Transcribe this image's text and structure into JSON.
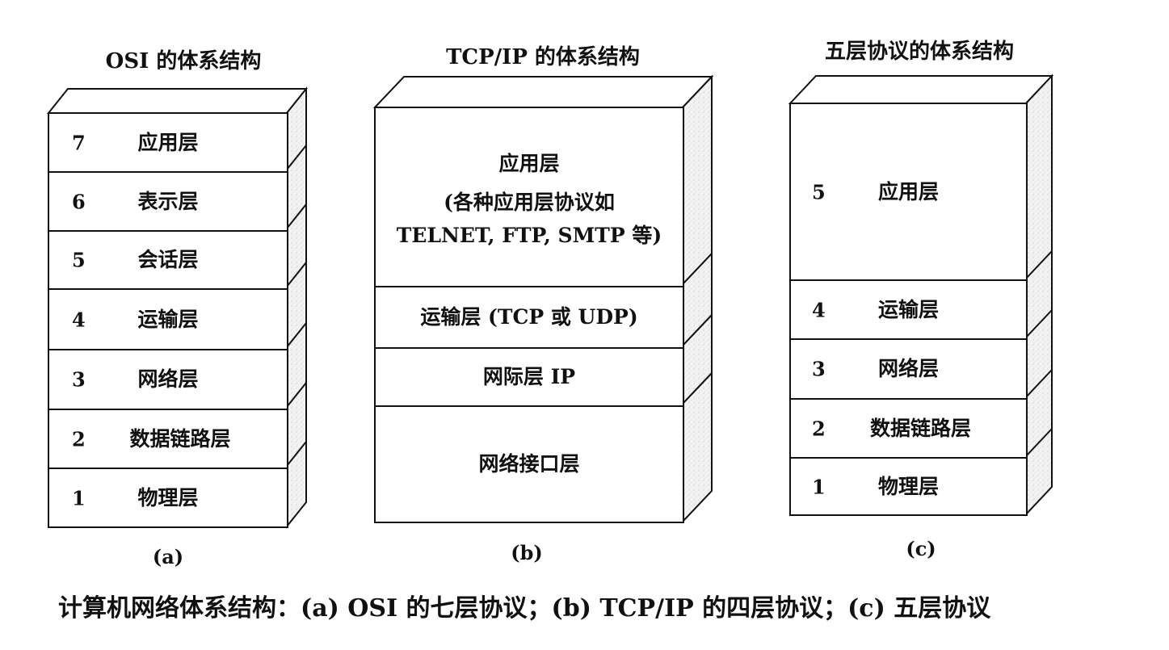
{
  "osi": {
    "title": "OSI 的体系结构",
    "layers": [
      {
        "num": "7",
        "name": "应用层"
      },
      {
        "num": "6",
        "name": "表示层"
      },
      {
        "num": "5",
        "name": "会话层"
      },
      {
        "num": "4",
        "name": "运输层"
      },
      {
        "num": "3",
        "name": "网络层"
      },
      {
        "num": "2",
        "name": "数据链路层"
      },
      {
        "num": "1",
        "name": "物理层"
      }
    ],
    "sublabel": "(a)"
  },
  "tcpip": {
    "title": "TCP/IP 的体系结构",
    "layers": [
      {
        "name": "应用层",
        "line2": "(各种应用层协议如",
        "line3": "TELNET, FTP, SMTP 等)"
      },
      {
        "name": "运输层 (TCP 或 UDP)"
      },
      {
        "name": "网际层 IP"
      },
      {
        "name": "网络接口层"
      }
    ],
    "sublabel": "(b)"
  },
  "five": {
    "title": "五层协议的体系结构",
    "layers": [
      {
        "num": "5",
        "name": "应用层"
      },
      {
        "num": "4",
        "name": "运输层"
      },
      {
        "num": "3",
        "name": "网络层"
      },
      {
        "num": "2",
        "name": "数据链路层"
      },
      {
        "num": "1",
        "name": "物理层"
      }
    ],
    "sublabel": "(c)"
  },
  "caption": "计算机网络体系结构：(a) OSI 的七层协议；(b) TCP/IP 的四层协议；(c) 五层协议"
}
